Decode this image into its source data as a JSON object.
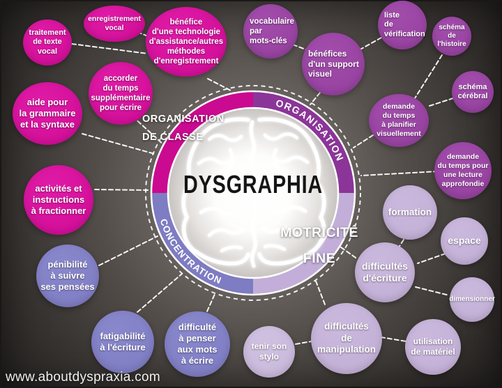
{
  "title": "DYSGRAPHIA",
  "watermark": "www.aboutdyspraxia.com",
  "colors": {
    "magenta": "#cf0b95",
    "purple": "#8b3598",
    "blue_purple": "#7e7cc2",
    "lavender": "#c2aed8",
    "background": "#4a4542",
    "connector": "#ffffff",
    "title_text": "#151515"
  },
  "ring": {
    "center_label": "DYSGRAPHIA",
    "quadrants": [
      {
        "position": "top-left",
        "label": "ORGANISATION\nDE CLASSE",
        "color": "#ca0a90",
        "label_style": "overlay"
      },
      {
        "position": "top-right",
        "label": "ORGANISATION",
        "color": "#8b3598",
        "label_style": "arc"
      },
      {
        "position": "bottom-left",
        "label": "CONCENTRATION",
        "color": "#7e7cc2",
        "label_style": "arc"
      },
      {
        "position": "bottom-right",
        "label": "MOTRICITÉ\nFINE",
        "color": "#c2aed8",
        "label_style": "overlay"
      }
    ]
  },
  "nodes": [
    {
      "id": "traitement-de-texte-vocal",
      "group": "magenta",
      "label": "traitement\nde texte\nvocal"
    },
    {
      "id": "enregistrement-vocal",
      "group": "magenta",
      "label": "enregistrement\nvocal"
    },
    {
      "id": "benefice-technologie",
      "group": "magenta",
      "label": "bénéfice\nd'une technologie\nd'assistance/autres\nméthodes\nd'enregistrement"
    },
    {
      "id": "accorder-du-temps",
      "group": "magenta",
      "label": "accorder\ndu temps\nsupplémentaire\npour écrire"
    },
    {
      "id": "aide-grammaire-syntaxe",
      "group": "magenta",
      "label": "aide pour\nla grammaire\net la syntaxe"
    },
    {
      "id": "activites-a-fractionner",
      "group": "magenta",
      "label": "activités et\ninstructions\nà fractionner"
    },
    {
      "id": "penibilite-pensees",
      "group": "blue",
      "label": "pénibilité\nà suivre\nses pensées"
    },
    {
      "id": "fatigabilite-ecriture",
      "group": "blue",
      "label": "fatigabilité\nà l'écriture"
    },
    {
      "id": "difficulte-penser-mots",
      "group": "blue",
      "label": "difficulté\nà penser\naux mots\nà écrire"
    },
    {
      "id": "tenir-son-stylo",
      "group": "lavender",
      "label": "tenir son\nstylo"
    },
    {
      "id": "difficultes-manipulation",
      "group": "lavender",
      "label": "difficultés\nde\nmanipulation"
    },
    {
      "id": "utilisation-materiel",
      "group": "lavender",
      "label": "utilisation\nde matériel"
    },
    {
      "id": "difficultes-ecriture",
      "group": "lavender",
      "label": "difficultés\nd'écriture"
    },
    {
      "id": "dimensionner",
      "group": "lavender",
      "label": "dimensionner"
    },
    {
      "id": "espace",
      "group": "lavender",
      "label": "espace"
    },
    {
      "id": "formation",
      "group": "lavender",
      "label": "formation"
    },
    {
      "id": "vocabulaire-mots-cles",
      "group": "purple",
      "label": "vocabulaire\npar\nmots-clés"
    },
    {
      "id": "benefices-support-visuel",
      "group": "purple",
      "label": "bénéfices\nd'un support\nvisuel"
    },
    {
      "id": "liste-de-verification",
      "group": "purple",
      "label": "liste\nde\nvérification"
    },
    {
      "id": "schema-de-l-histoire",
      "group": "purple",
      "label": "schéma\nde\nl'histoire"
    },
    {
      "id": "schema-cerebral",
      "group": "purple",
      "label": "schéma\ncérébral"
    },
    {
      "id": "demande-temps-planifier",
      "group": "purple",
      "label": "demande\ndu temps\nà planifier\nvisuellement"
    },
    {
      "id": "demande-temps-lecture",
      "group": "purple",
      "label": "demande\ndu temps pour\nune lecture\napprofondie"
    }
  ]
}
